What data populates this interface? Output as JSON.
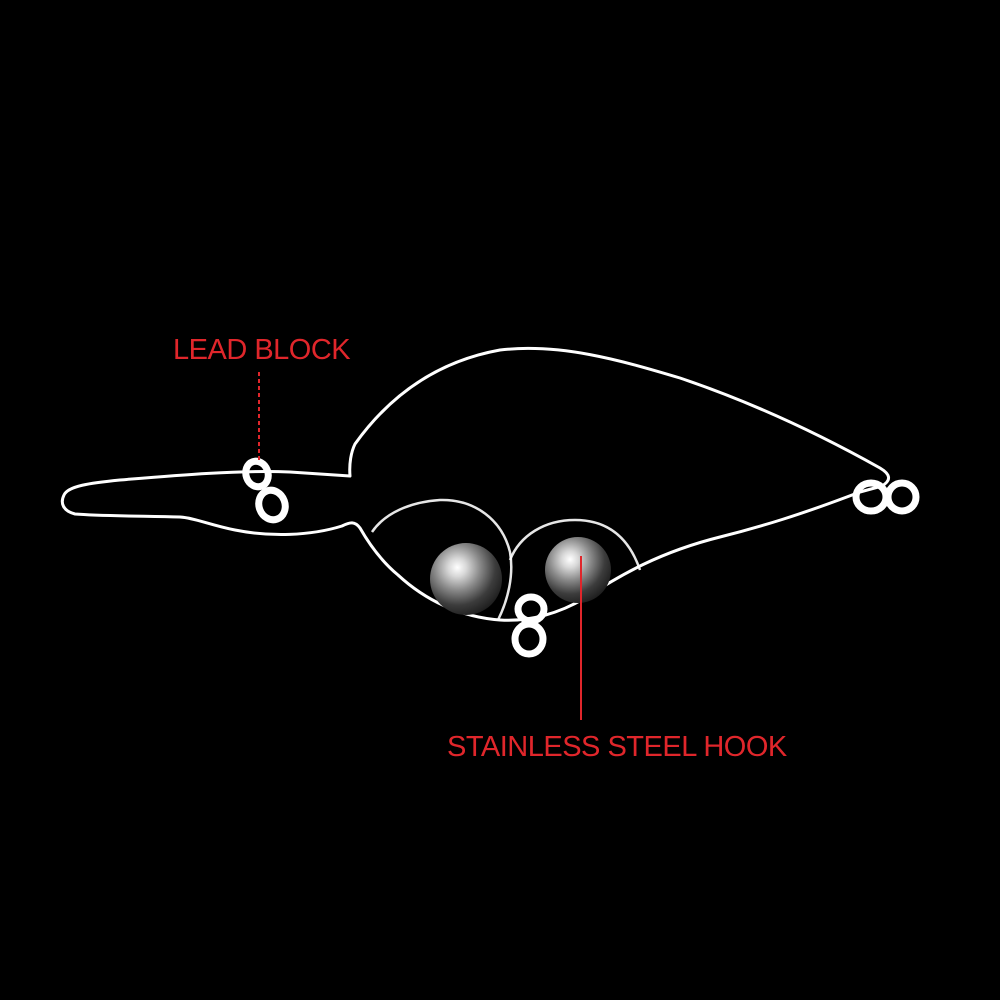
{
  "diagram": {
    "colors": {
      "background": "#000000",
      "outline": "#ffffff",
      "label": "#e0262b",
      "leader": "#e0262b",
      "ball_highlight": "#ffffff",
      "ball_dark": "#2a2a2a"
    },
    "callouts": [
      {
        "id": "lead-block",
        "text": "LEAD BLOCK",
        "leader_style": "dashed"
      },
      {
        "id": "stainless-steel-hook",
        "text": "STAINLESS STEEL HOOK",
        "leader_style": "solid"
      }
    ]
  }
}
